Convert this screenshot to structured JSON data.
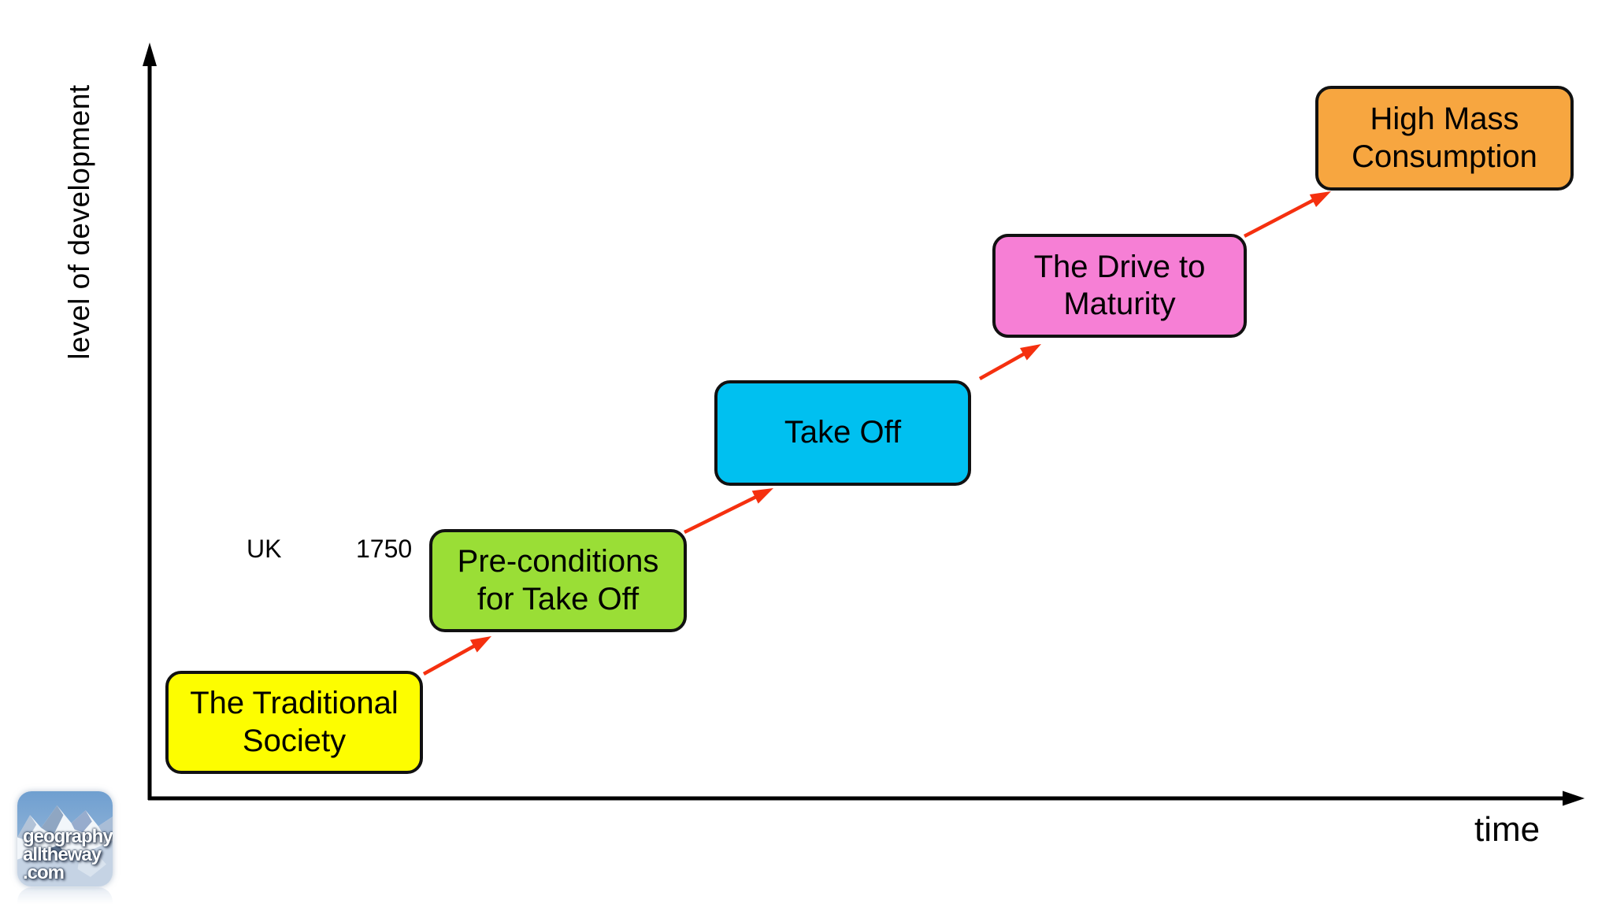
{
  "colors": {
    "background": "#ffffff",
    "axis": "#000000",
    "arrow": "#f5300f",
    "stage_text": "#000000"
  },
  "axes": {
    "y_label": "level of development",
    "x_label": "time"
  },
  "annotations": {
    "country_label": "UK",
    "year_label": "1750"
  },
  "stages": [
    {
      "name": "the-traditional-society",
      "lines": [
        "The Traditional",
        "Society"
      ],
      "color": "#fdfd00"
    },
    {
      "name": "pre-conditions-for-take-off",
      "lines": [
        "Pre-conditions",
        "for Take Off"
      ],
      "color": "#9ade36"
    },
    {
      "name": "take-off",
      "lines": [
        "Take Off"
      ],
      "color": "#00c0f0"
    },
    {
      "name": "the-drive-to-maturity",
      "lines": [
        "The Drive to",
        "Maturity"
      ],
      "color": "#f67fd5"
    },
    {
      "name": "high-mass-consumption",
      "lines": [
        "High Mass",
        "Consumption"
      ],
      "color": "#f7a640"
    }
  ],
  "logo": {
    "lines": [
      "geography",
      "alltheway",
      ".com"
    ]
  }
}
